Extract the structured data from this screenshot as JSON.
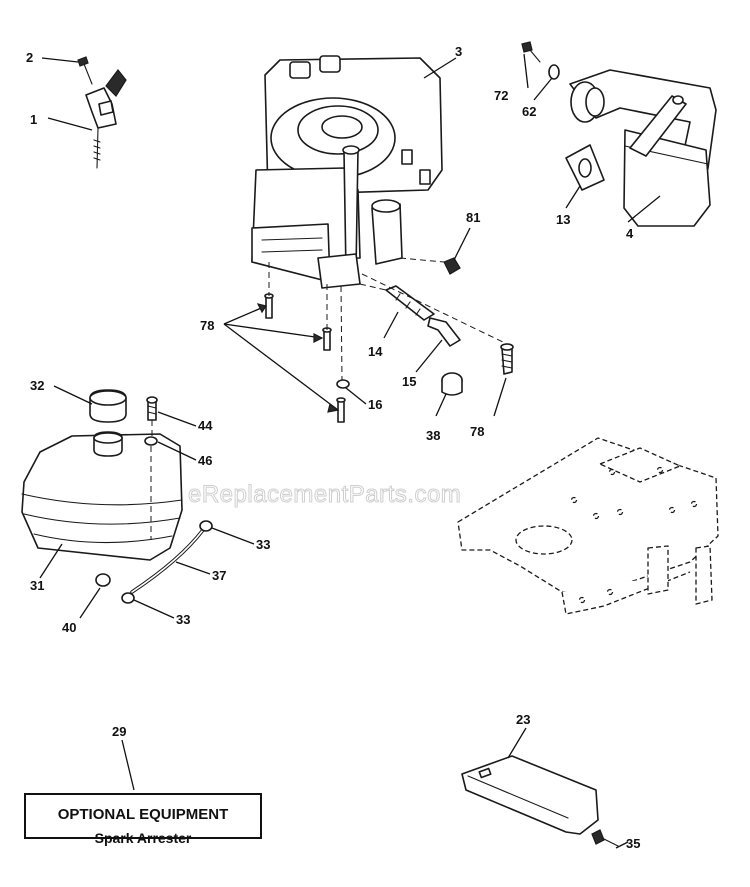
{
  "watermark": "eReplacementParts.com",
  "callouts": {
    "c1": "1",
    "c2": "2",
    "c3": "3",
    "c4": "4",
    "c13": "13",
    "c14": "14",
    "c15": "15",
    "c16": "16",
    "c23": "23",
    "c29": "29",
    "c31": "31",
    "c32": "32",
    "c33a": "33",
    "c33b": "33",
    "c35": "35",
    "c37": "37",
    "c38": "38",
    "c40": "40",
    "c44": "44",
    "c46": "46",
    "c62": "62",
    "c72": "72",
    "c78a": "78",
    "c78b": "78",
    "c81": "81"
  },
  "optional_equipment": {
    "title": "OPTIONAL EQUIPMENT",
    "item": "Spark Arrester"
  }
}
